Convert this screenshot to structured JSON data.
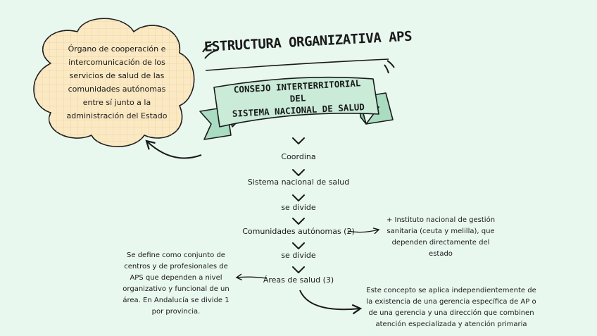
{
  "title": "ESTRUCTURA ORGANIZATIVA APS",
  "banner": {
    "line1": "CONSEJO INTERTERRITORIAL DEL",
    "line2": "SISTEMA NACIONAL DE SALUD"
  },
  "cloud_note": "Órgano de cooperación e intercomunicación de los servicios de salud de las comunidades autónomas entre sí junto a la administración del Estado",
  "flow": {
    "coordina": "Coordina",
    "sistema": "Sistema nacional de salud",
    "divide1": "se divide",
    "comunidades": "Comunidades autónomas (2)",
    "divide2": "se divide",
    "areas": "Áreas de salud (3)"
  },
  "notes": {
    "instituto": "+ Instituto nacional de gestión sanitaria (ceuta y melilla), que dependen directamente del estado",
    "areas_def": "Se define como conjunto de centros y de profesionales de APS que dependen a nivel organizativo y funcional de un área. En Andalucía se divide 1 por provincia.",
    "gerencia": "Este concepto se aplica independientemente de la existencia de una gerencia específica de AP o de una gerencia y una dirección que combinen atención especializada y atención primaria"
  },
  "colors": {
    "background": "#e9f8ef",
    "banner_fill": "#c9ebd8",
    "banner_tail": "#a9dcc1",
    "cloud_fill": "#fbe9c4",
    "ink": "#1a1a1a"
  }
}
